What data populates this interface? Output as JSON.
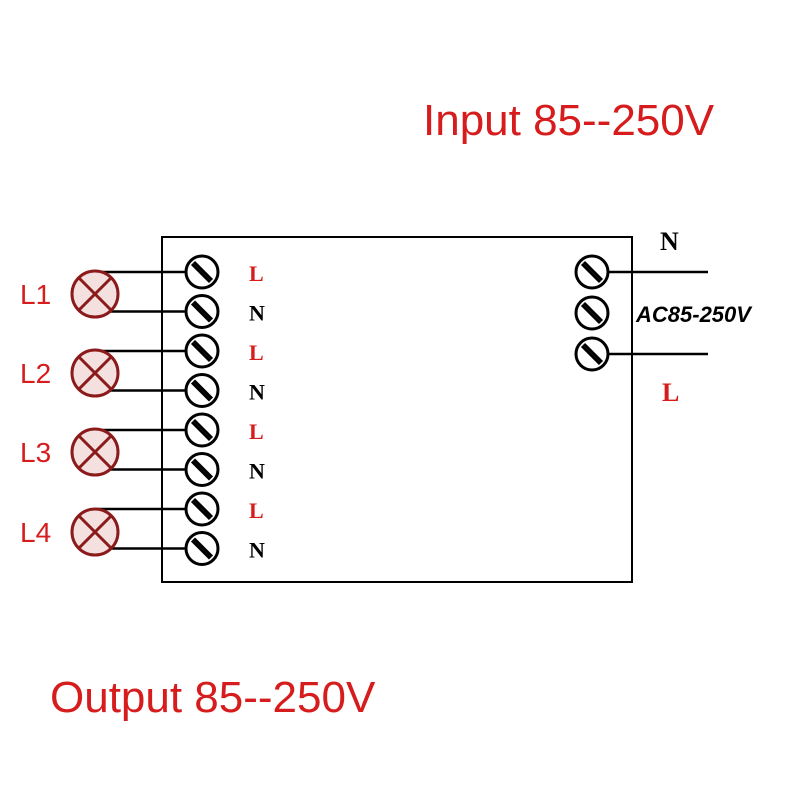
{
  "title_input": "Input 85--250V",
  "title_output": "Output 85--250V",
  "colors": {
    "red": "#d61c1c",
    "lamp_fill": "#f5e0e0",
    "lamp_stroke": "#8b1a1a",
    "line": "#000000"
  },
  "lamps": [
    {
      "label": "L1"
    },
    {
      "label": "L2"
    },
    {
      "label": "L3"
    },
    {
      "label": "L4"
    }
  ],
  "output_terminals": [
    "L",
    "N",
    "L",
    "N",
    "L",
    "N",
    "L",
    "N"
  ],
  "input": {
    "top_label": "N",
    "middle_label": "AC85-250V",
    "bottom_label": "L"
  }
}
